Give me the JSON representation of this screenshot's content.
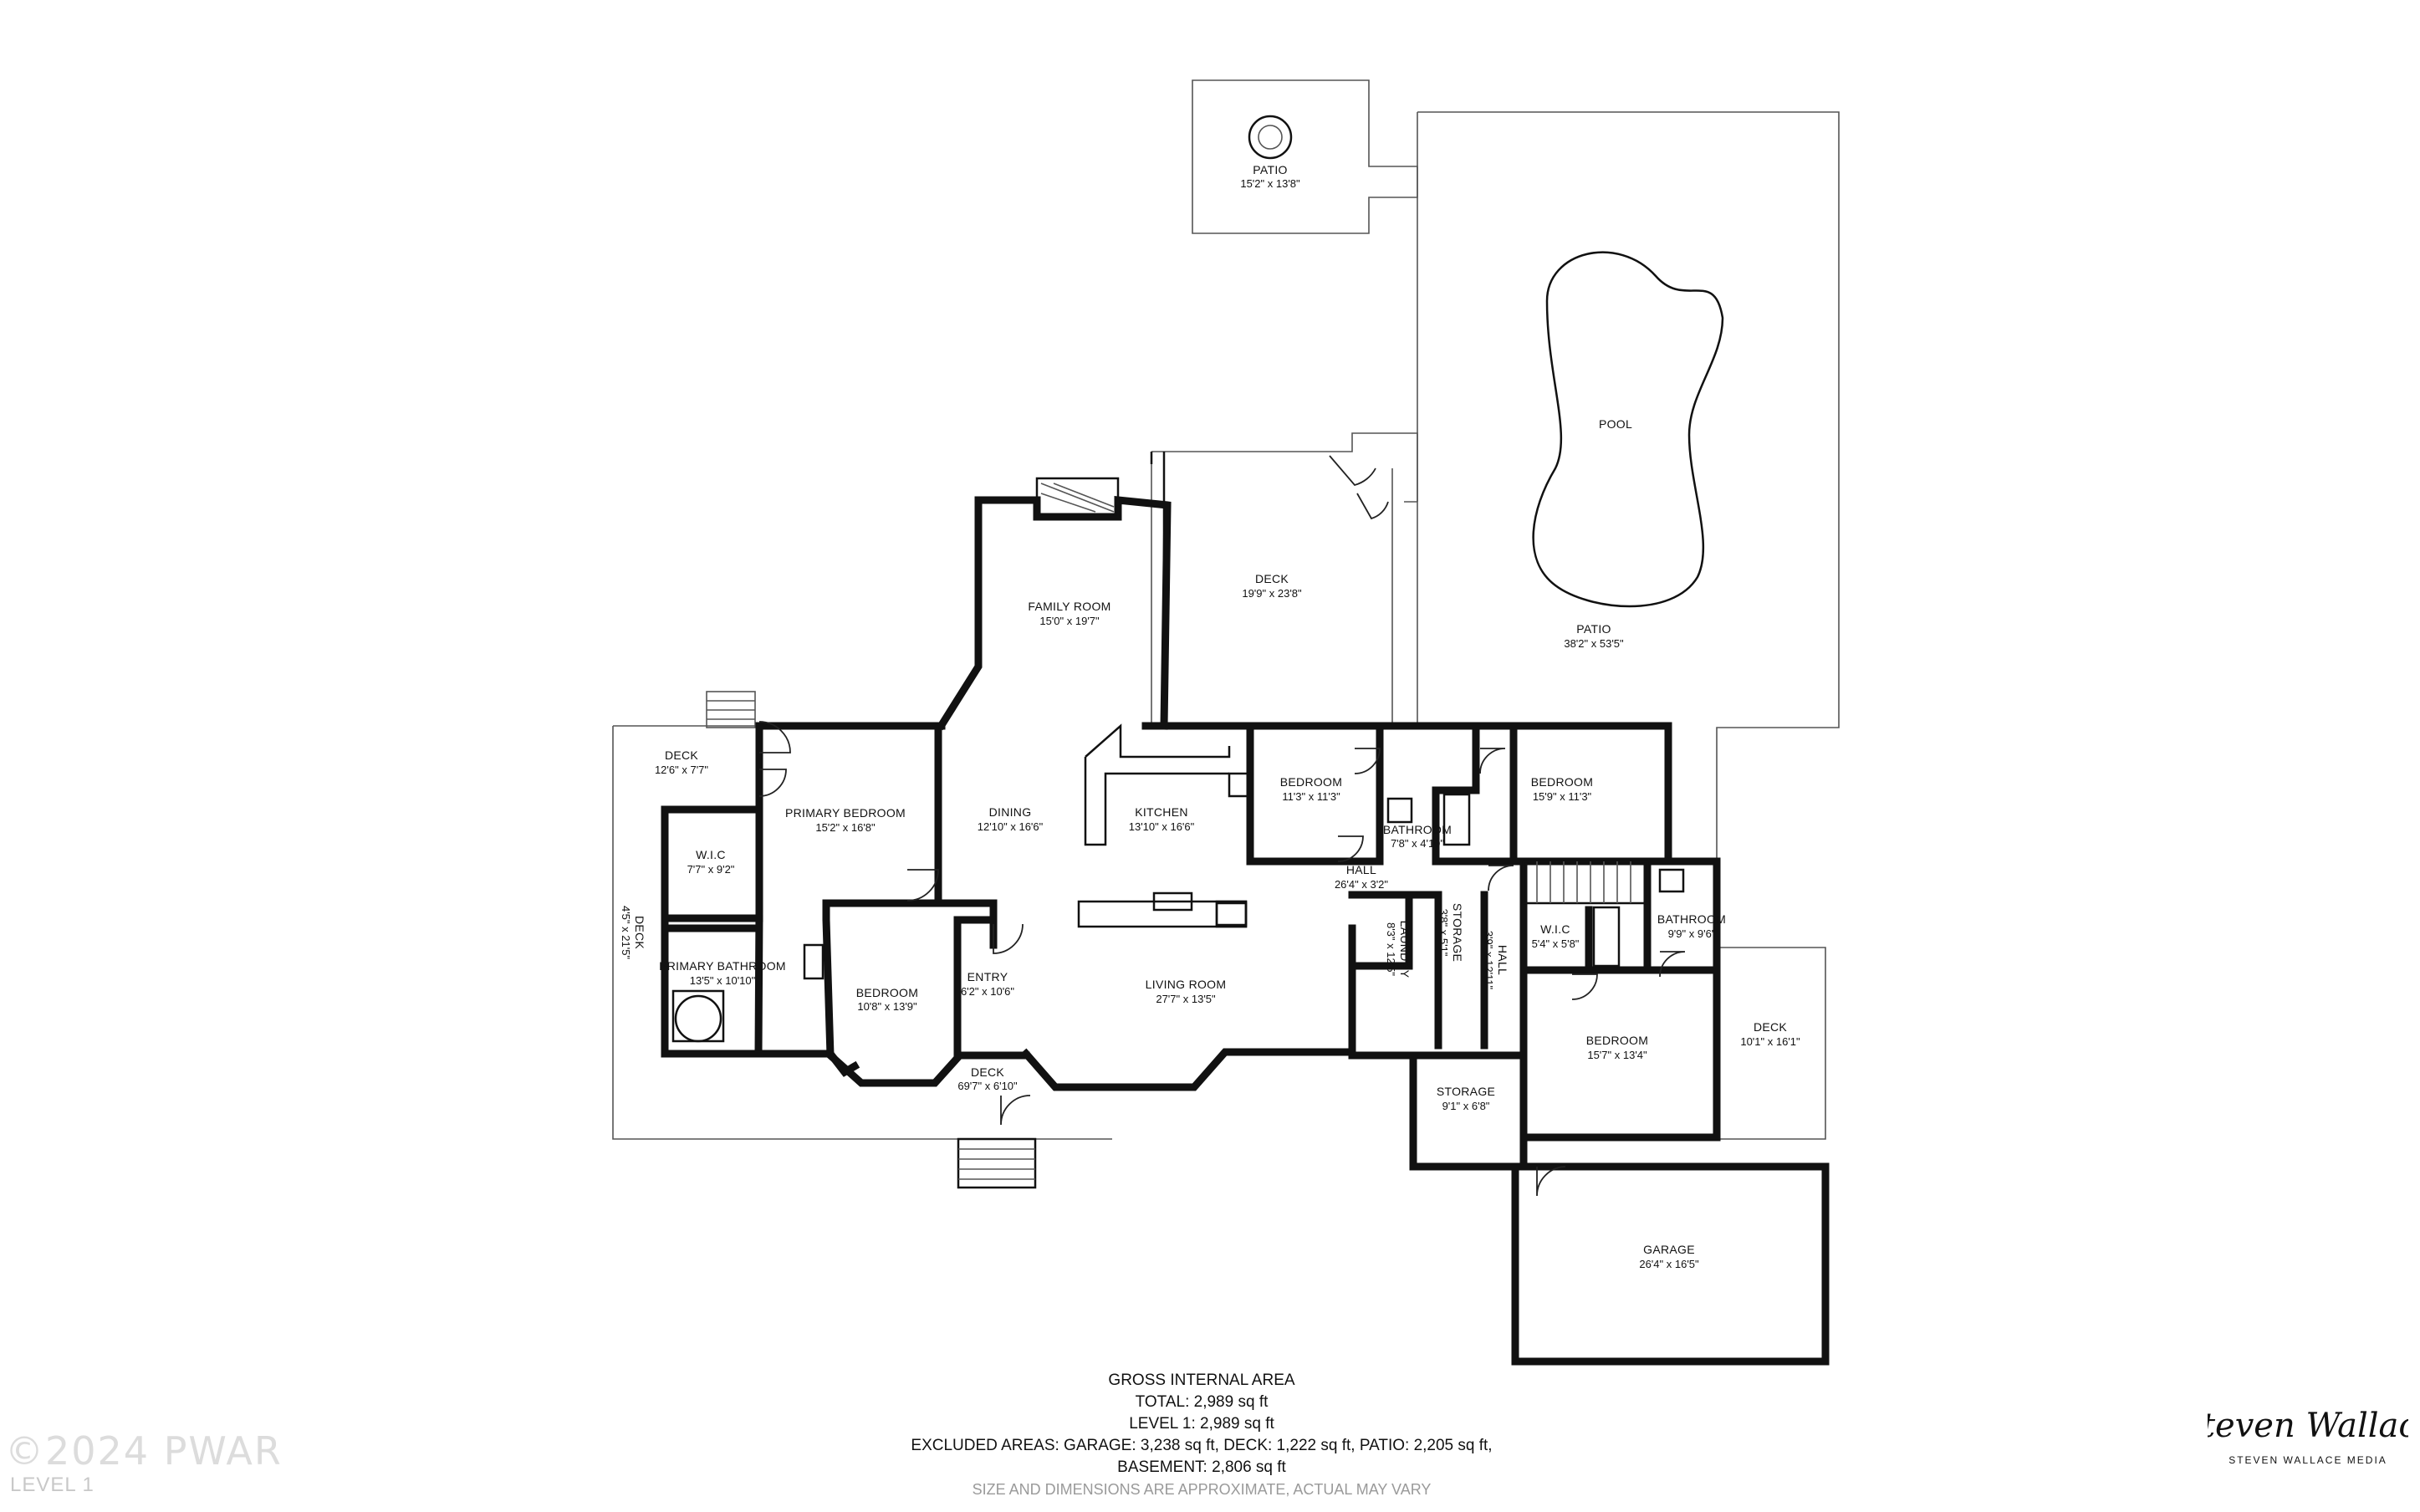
{
  "rooms": {
    "patio_small": {
      "name": "PATIO",
      "dims": "15'2\" x 13'8\""
    },
    "pool": {
      "name": "POOL"
    },
    "patio_large": {
      "name": "PATIO",
      "dims": "38'2\" x 53'5\""
    },
    "deck_upper": {
      "name": "DECK",
      "dims": "19'9\" x 23'8\""
    },
    "family_room": {
      "name": "FAMILY ROOM",
      "dims": "15'0\" x 19'7\""
    },
    "deck_left": {
      "name": "DECK",
      "dims": "12'6\" x 7'7\""
    },
    "primary_bedroom": {
      "name": "PRIMARY BEDROOM",
      "dims": "15'2\" x 16'8\""
    },
    "dining": {
      "name": "DINING",
      "dims": "12'10\" x 16'6\""
    },
    "kitchen": {
      "name": "KITCHEN",
      "dims": "13'10\" x 16'6\""
    },
    "bedroom_1": {
      "name": "BEDROOM",
      "dims": "11'3\" x 11'3\""
    },
    "bedroom_2": {
      "name": "BEDROOM",
      "dims": "15'9\" x 11'3\""
    },
    "bathroom_small": {
      "name": "BATHROOM",
      "dims": "7'8\" x 4'10\""
    },
    "wic_primary": {
      "name": "W.I.C",
      "dims": "7'7\" x 9'2\""
    },
    "deck_side": {
      "name": "DECK",
      "dims": "4'5\" x 21'5\""
    },
    "hall_1": {
      "name": "HALL",
      "dims": "26'4\" x 3'2\""
    },
    "primary_bathroom": {
      "name": "PRIMARY BATHROOM",
      "dims": "13'5\" x 10'10\""
    },
    "bedroom_3": {
      "name": "BEDROOM",
      "dims": "10'8\" x 13'9\""
    },
    "entry": {
      "name": "ENTRY",
      "dims": "6'2\" x 10'6\""
    },
    "living_room": {
      "name": "LIVING ROOM",
      "dims": "27'7\" x 13'5\""
    },
    "laundry": {
      "name": "LAUNDRY",
      "dims": "8'3\" x 12'5\""
    },
    "storage_1": {
      "name": "STORAGE",
      "dims": "3'8\" x 5'1\""
    },
    "hall_2": {
      "name": "HALL",
      "dims": "3'9\" x 12'11\""
    },
    "wic_2": {
      "name": "W.I.C",
      "dims": "5'4\" x 5'8\""
    },
    "bathroom_2": {
      "name": "BATHROOM",
      "dims": "9'9\" x 9'6\""
    },
    "deck_right": {
      "name": "DECK",
      "dims": "10'1\" x 16'1\""
    },
    "bedroom_4": {
      "name": "BEDROOM",
      "dims": "15'7\" x 13'4\""
    },
    "storage_2": {
      "name": "STORAGE",
      "dims": "9'1\" x 6'8\""
    },
    "deck_front": {
      "name": "DECK",
      "dims": "69'7\" x 6'10\""
    },
    "garage": {
      "name": "GARAGE",
      "dims": "26'4\" x 16'5\""
    }
  },
  "area_summary": {
    "title": "GROSS INTERNAL AREA",
    "total": "TOTAL: 2,989 sq ft",
    "level1": "LEVEL 1: 2,989 sq ft",
    "excluded": "EXCLUDED AREAS: GARAGE: 3,238 sq ft, DECK: 1,222 sq ft, PATIO: 2,205 sq ft,",
    "basement": "BASEMENT: 2,806 sq ft",
    "note": "SIZE AND DIMENSIONS ARE APPROXIMATE, ACTUAL MAY VARY"
  },
  "watermark": "©2024 PWAR",
  "level_label": "LEVEL 1",
  "brand": {
    "name": "Steven Wallace",
    "subtitle": "STEVEN WALLACE MEDIA"
  },
  "colors": {
    "wall": "#111111",
    "background": "#ffffff",
    "watermark": "#dcdcdc"
  }
}
